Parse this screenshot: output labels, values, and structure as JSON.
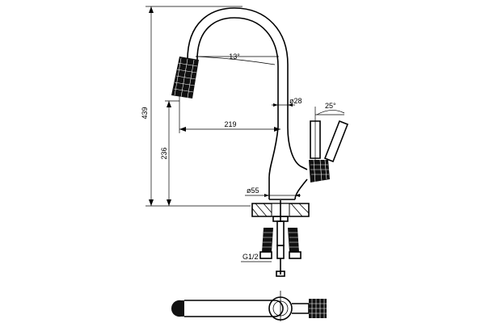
{
  "diagram": {
    "dimensions": {
      "total_height": "439",
      "spout_height": "236",
      "reach": "219",
      "angle_spout": "13°",
      "angle_handle": "25°",
      "tube_diameter": "ø28",
      "base_diameter": "ø55",
      "thread": "G1/2"
    },
    "colors": {
      "line": "#000000",
      "background": "#ffffff"
    },
    "icons": [
      "pull-out-spray-head-icon",
      "handle-icon",
      "hose-icon"
    ]
  }
}
